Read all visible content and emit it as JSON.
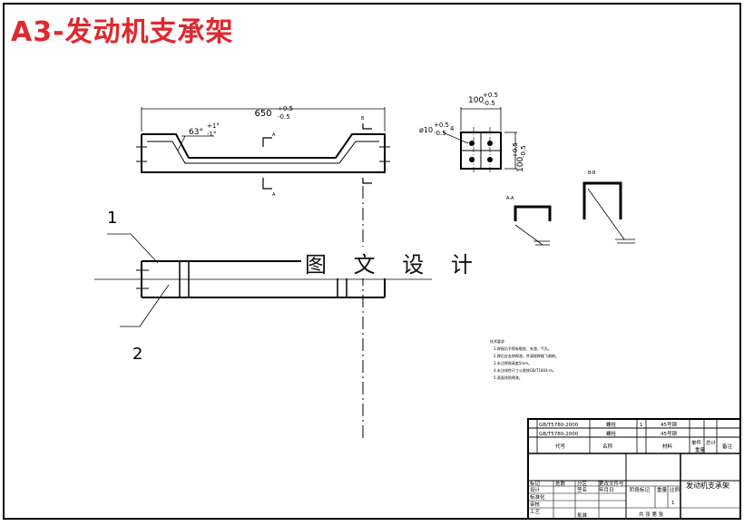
{
  "title": "A3-发动机支承架",
  "watermark": "图 文 设 计",
  "dims": {
    "length": "650",
    "length_tol_upper": "+0.5",
    "length_tol_lower": "-0.5",
    "angle": "63°",
    "angle_tol_upper": "+1°",
    "angle_tol_lower": "-1°",
    "width": "100",
    "width_tol_upper": "+0.5",
    "width_tol_lower": "-0.5",
    "height": "100",
    "height_tol_upper": "+0.5",
    "height_tol_lower": "-0.5",
    "hole": "ø10",
    "hole_tol_upper": "+0.5",
    "hole_tol_lower": "-0.5",
    "hole_count": "4"
  },
  "balloons": {
    "one": "1",
    "two": "2"
  },
  "section_marks": {
    "a": "A",
    "a_view": "A-A",
    "b": "B",
    "b_view": "B-B"
  },
  "notes": {
    "heading": "技术要求",
    "lines": [
      "1.焊接后不得有裂纹、夹渣、气孔。",
      "2.焊后应去除焊渣，并清理焊缝飞溅物。",
      "3.未注焊角高度5mm。",
      "4.未注线性尺寸公差按GB/T1804-m。",
      "5.表面涂防锈漆。"
    ]
  },
  "title_block": {
    "ref1": "GB/T5780-2000",
    "ref2": "GB/T5780-2000",
    "bolt1": "螺栓",
    "bolt2": "螺栓",
    "qty": "1",
    "std_label": "45号钢",
    "std_label2": "45号钢",
    "h_code": "代号",
    "h_name": "名称",
    "h_material": "材料",
    "h_single": "单件",
    "h_total": "总计",
    "h_weight": "重量",
    "h_note": "备注",
    "tag": "标记",
    "count": "处数",
    "zone": "分区",
    "change_no": "更改文件号",
    "sign": "签名",
    "date": "年月日",
    "design": "设计",
    "standardize": "标准化",
    "check": "审核",
    "process": "工艺",
    "approve": "批准",
    "stage": "阶段标记",
    "weight2": "重量",
    "scale": "比例",
    "scale_val": "1",
    "sheets": "共 张  第 张",
    "drawing_name": "发动机支承架"
  }
}
